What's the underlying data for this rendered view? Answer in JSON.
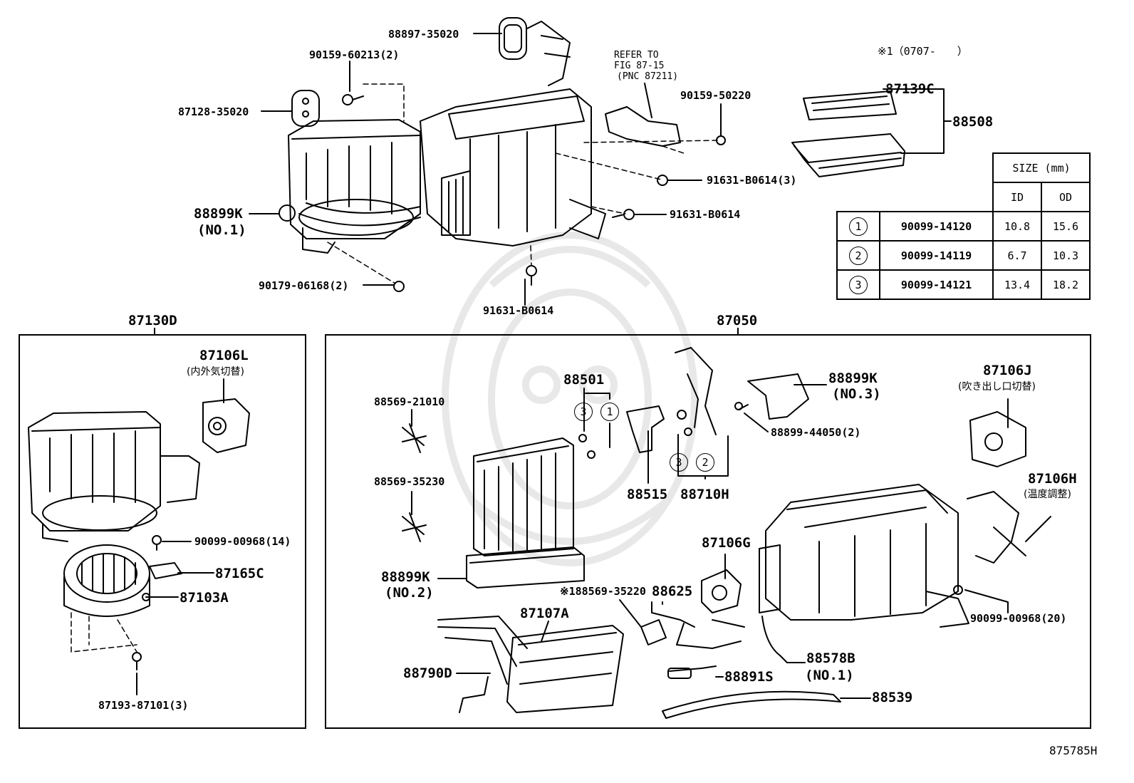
{
  "diagram_id": "875785H",
  "note_applicability": "※1（0707-　　）",
  "refer_note": [
    "REFER TO",
    "FIG 87-15",
    "(PNC 87211)"
  ],
  "groups": {
    "blower_assy": "87130D",
    "evaporator_assy": "87050"
  },
  "top_labels": {
    "p88897": "88897-35020",
    "p90159_60213": "90159-60213(2)",
    "p87128": "87128-35020",
    "p90159_50220": "90159-50220",
    "p91631_b0614_3": "91631-B0614(3)",
    "p91631_b0614_a": "91631-B0614",
    "p88899k_1": "88899K",
    "p88899k_1_sub": "(NO.1)",
    "p90179": "90179-06168(2)",
    "p91631_b0614_b": "91631-B0614",
    "p87139c": "87139C",
    "p88508": "88508"
  },
  "blower_labels": {
    "p87106l": "87106L",
    "p87106l_sub": "(内外気切替)",
    "p90099_00968_14": "90099-00968(14)",
    "p87165c": "87165C",
    "p87103a": "87103A",
    "p87193": "87193-87101(3)"
  },
  "evap_labels": {
    "p88501": "88501",
    "p88569_21010": "88569-21010",
    "p88569_35230": "88569-35230",
    "p88515": "88515",
    "p88710h": "88710H",
    "p88899k_3": "88899K",
    "p88899k_3_sub": "(NO.3)",
    "p88899_44050": "88899-44050(2)",
    "p87106j": "87106J",
    "p87106j_sub": "(吹き出し口切替)",
    "p87106h": "87106H",
    "p87106h_sub": "(温度調整)",
    "p87106g": "87106G",
    "p88899k_2": "88899K",
    "p88899k_2_sub": "(NO.2)",
    "p88625": "88625",
    "p88569_35220": "※188569-35220",
    "p87107a": "87107A",
    "p90099_00968_20": "90099-00968(20)",
    "p88578b": "88578B",
    "p88578b_sub": "(NO.1)",
    "p88790d": "88790D",
    "p88891s": "88891S",
    "p88539": "88539"
  },
  "callouts": {
    "c1": "1",
    "c2": "2",
    "c3": "3"
  },
  "size_table": {
    "header": "SIZE (mm)",
    "col_id": "ID",
    "col_od": "OD",
    "rows": [
      {
        "mark": "1",
        "part": "90099-14120",
        "id": "10.8",
        "od": "15.6"
      },
      {
        "mark": "2",
        "part": "90099-14119",
        "id": "6.7",
        "od": "10.3"
      },
      {
        "mark": "3",
        "part": "90099-14121",
        "id": "13.4",
        "od": "18.2"
      }
    ]
  },
  "colors": {
    "ink": "#000000",
    "paper": "#ffffff",
    "watermark": "#e6e6e6"
  }
}
